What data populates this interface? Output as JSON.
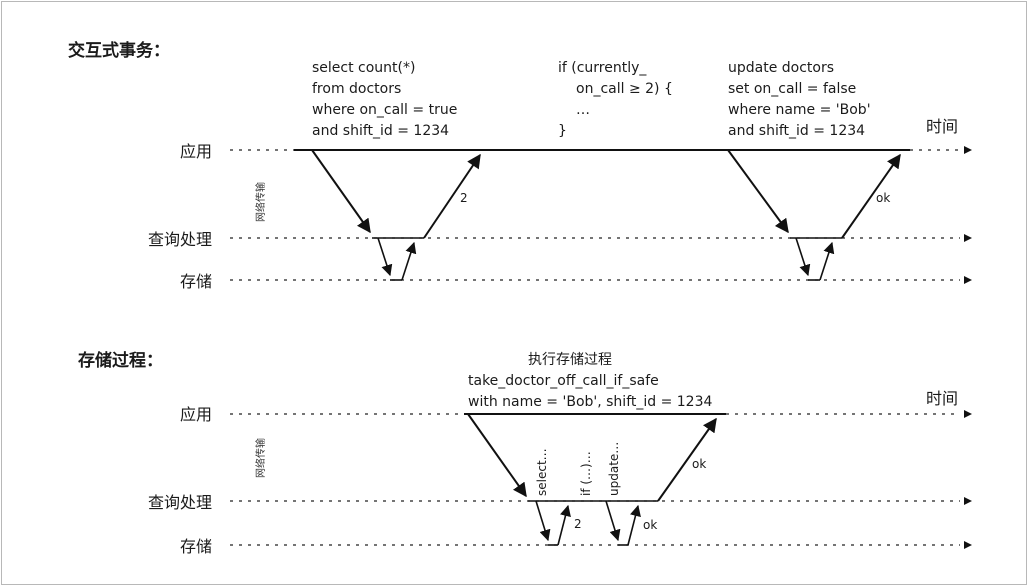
{
  "top": {
    "title": "交互式事务：",
    "lanes": {
      "app": "应用",
      "query": "查询处理",
      "storage": "存储"
    },
    "network_label": "网络传输",
    "time_label": "时间",
    "code_select": [
      "select count(*)",
      "from doctors",
      "where on_call = true",
      "and shift_id = 1234"
    ],
    "code_if": [
      "if (currently_",
      "on_call ≥ 2) {",
      "…",
      "}"
    ],
    "code_update": [
      "update doctors",
      "set on_call = false",
      "where name = 'Bob'",
      "and shift_id = 1234"
    ],
    "return_2": "2",
    "return_ok": "ok"
  },
  "bottom": {
    "title": "存储过程：",
    "lanes": {
      "app": "应用",
      "query": "查询处理",
      "storage": "存储"
    },
    "network_label": "网络传输",
    "time_label": "时间",
    "proc_caption": [
      "执行存储过程",
      "take_doctor_off_call_if_safe",
      "with name = 'Bob', shift_id = 1234"
    ],
    "step_select": "select…",
    "step_if": "if (…)…",
    "step_update": "update…",
    "return_2": "2",
    "return_ok_small": "ok",
    "return_ok": "ok"
  }
}
